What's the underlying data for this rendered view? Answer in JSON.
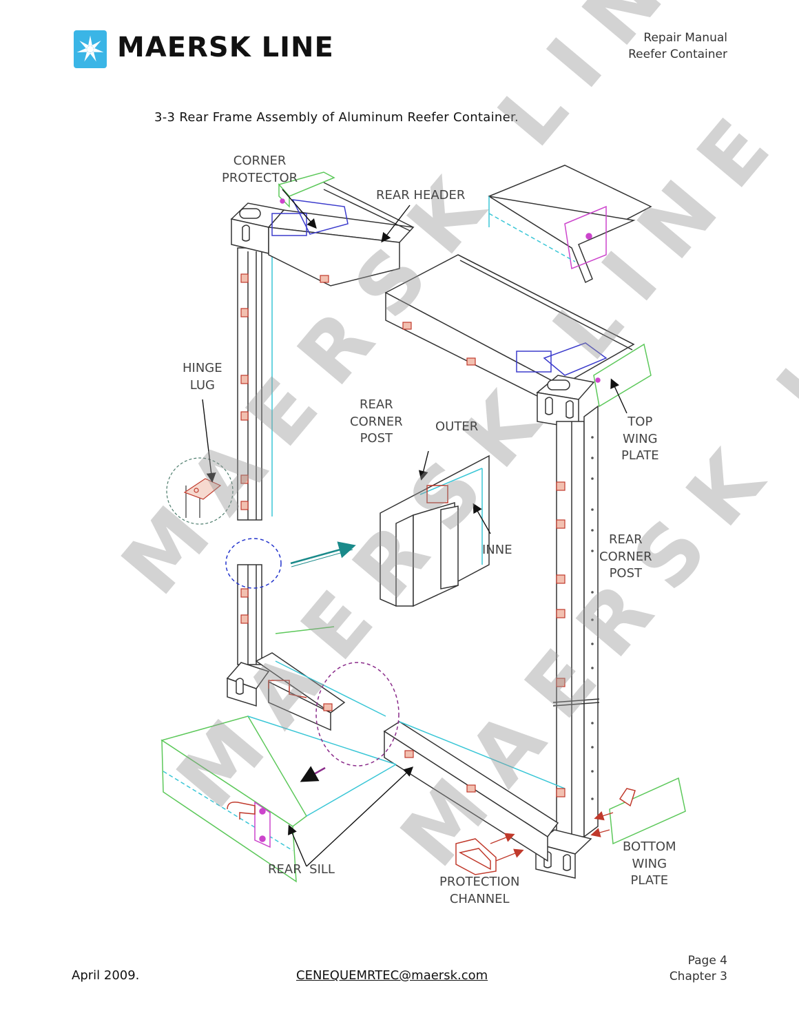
{
  "header": {
    "brand": "MAERSK LINE",
    "doc_title": "Repair Manual",
    "doc_subtitle": "Reefer Container",
    "brand_color": "#3ab5e6"
  },
  "section": {
    "title": "3-3  Rear Frame Assembly of Aluminum Reefer Container."
  },
  "figure": {
    "labels": {
      "corner_protector": [
        "CORNER",
        "PROTECTOR"
      ],
      "rear_header": "REAR HEADER",
      "hinge_lug": [
        "HINGE",
        "LUG"
      ],
      "rear_corner_post_center": [
        "REAR",
        "CORNER",
        "POST"
      ],
      "outer": "OUTER",
      "inner": "INNE",
      "top_wing_plate": [
        "TOP",
        "WING",
        "PLATE"
      ],
      "rear_corner_post_right": [
        "REAR",
        "CORNER",
        "POST"
      ],
      "bottom_wing_plate": [
        "BOTTOM",
        "WING",
        "PLATE"
      ],
      "rear_sill": "REAR  SILL",
      "protection_channel": [
        "PROTECTION",
        "CHANNEL"
      ]
    },
    "watermark": "MAERSK LINE",
    "line_colors": {
      "frame": "#333333",
      "inner": "#39c6d6",
      "plates": "#5cc85a",
      "lugs": "#c0392b",
      "detail": "#cc44cc"
    }
  },
  "footer": {
    "date": "April 2009.",
    "email": "CENEQUEMRTEC@maersk.com",
    "page": "Page 4",
    "chapter": "Chapter 3"
  }
}
